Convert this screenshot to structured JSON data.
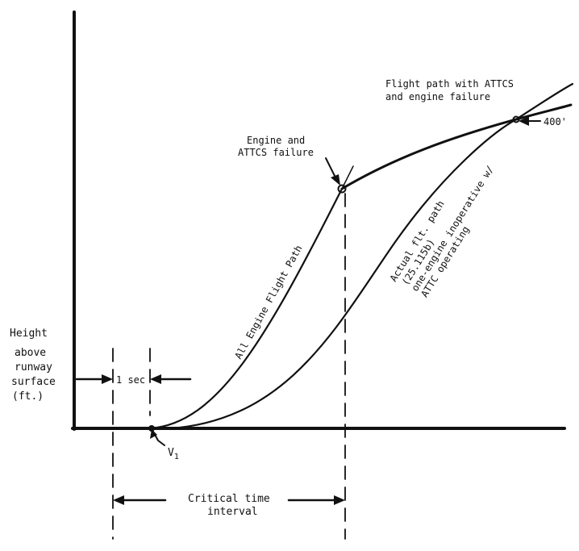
{
  "labels": {
    "y_axis_line1": "Height",
    "y_axis_line2": "above",
    "y_axis_line3": "runway",
    "y_axis_line4": "surface",
    "y_axis_line5": "(ft.)",
    "one_sec": "1 sec",
    "v1_main": "V",
    "v1_sub": "1",
    "critical_line1": "Critical time",
    "critical_line2": "interval",
    "engine_fail_line1": "Engine and",
    "engine_fail_line2": "ATTCS failure",
    "flight_path_line1": "Flight path with ATTCS",
    "flight_path_line2": "and engine failure",
    "height_400": "400'",
    "all_engine": "All Engine Flight Path",
    "actual_line1": "Actual flt. path",
    "actual_line2": "(25.115b)",
    "actual_line3": "one-engine inoperative w/",
    "actual_line4": "ATTC operating"
  },
  "colors": {
    "ink": "#111111",
    "background": "#ffffff"
  }
}
